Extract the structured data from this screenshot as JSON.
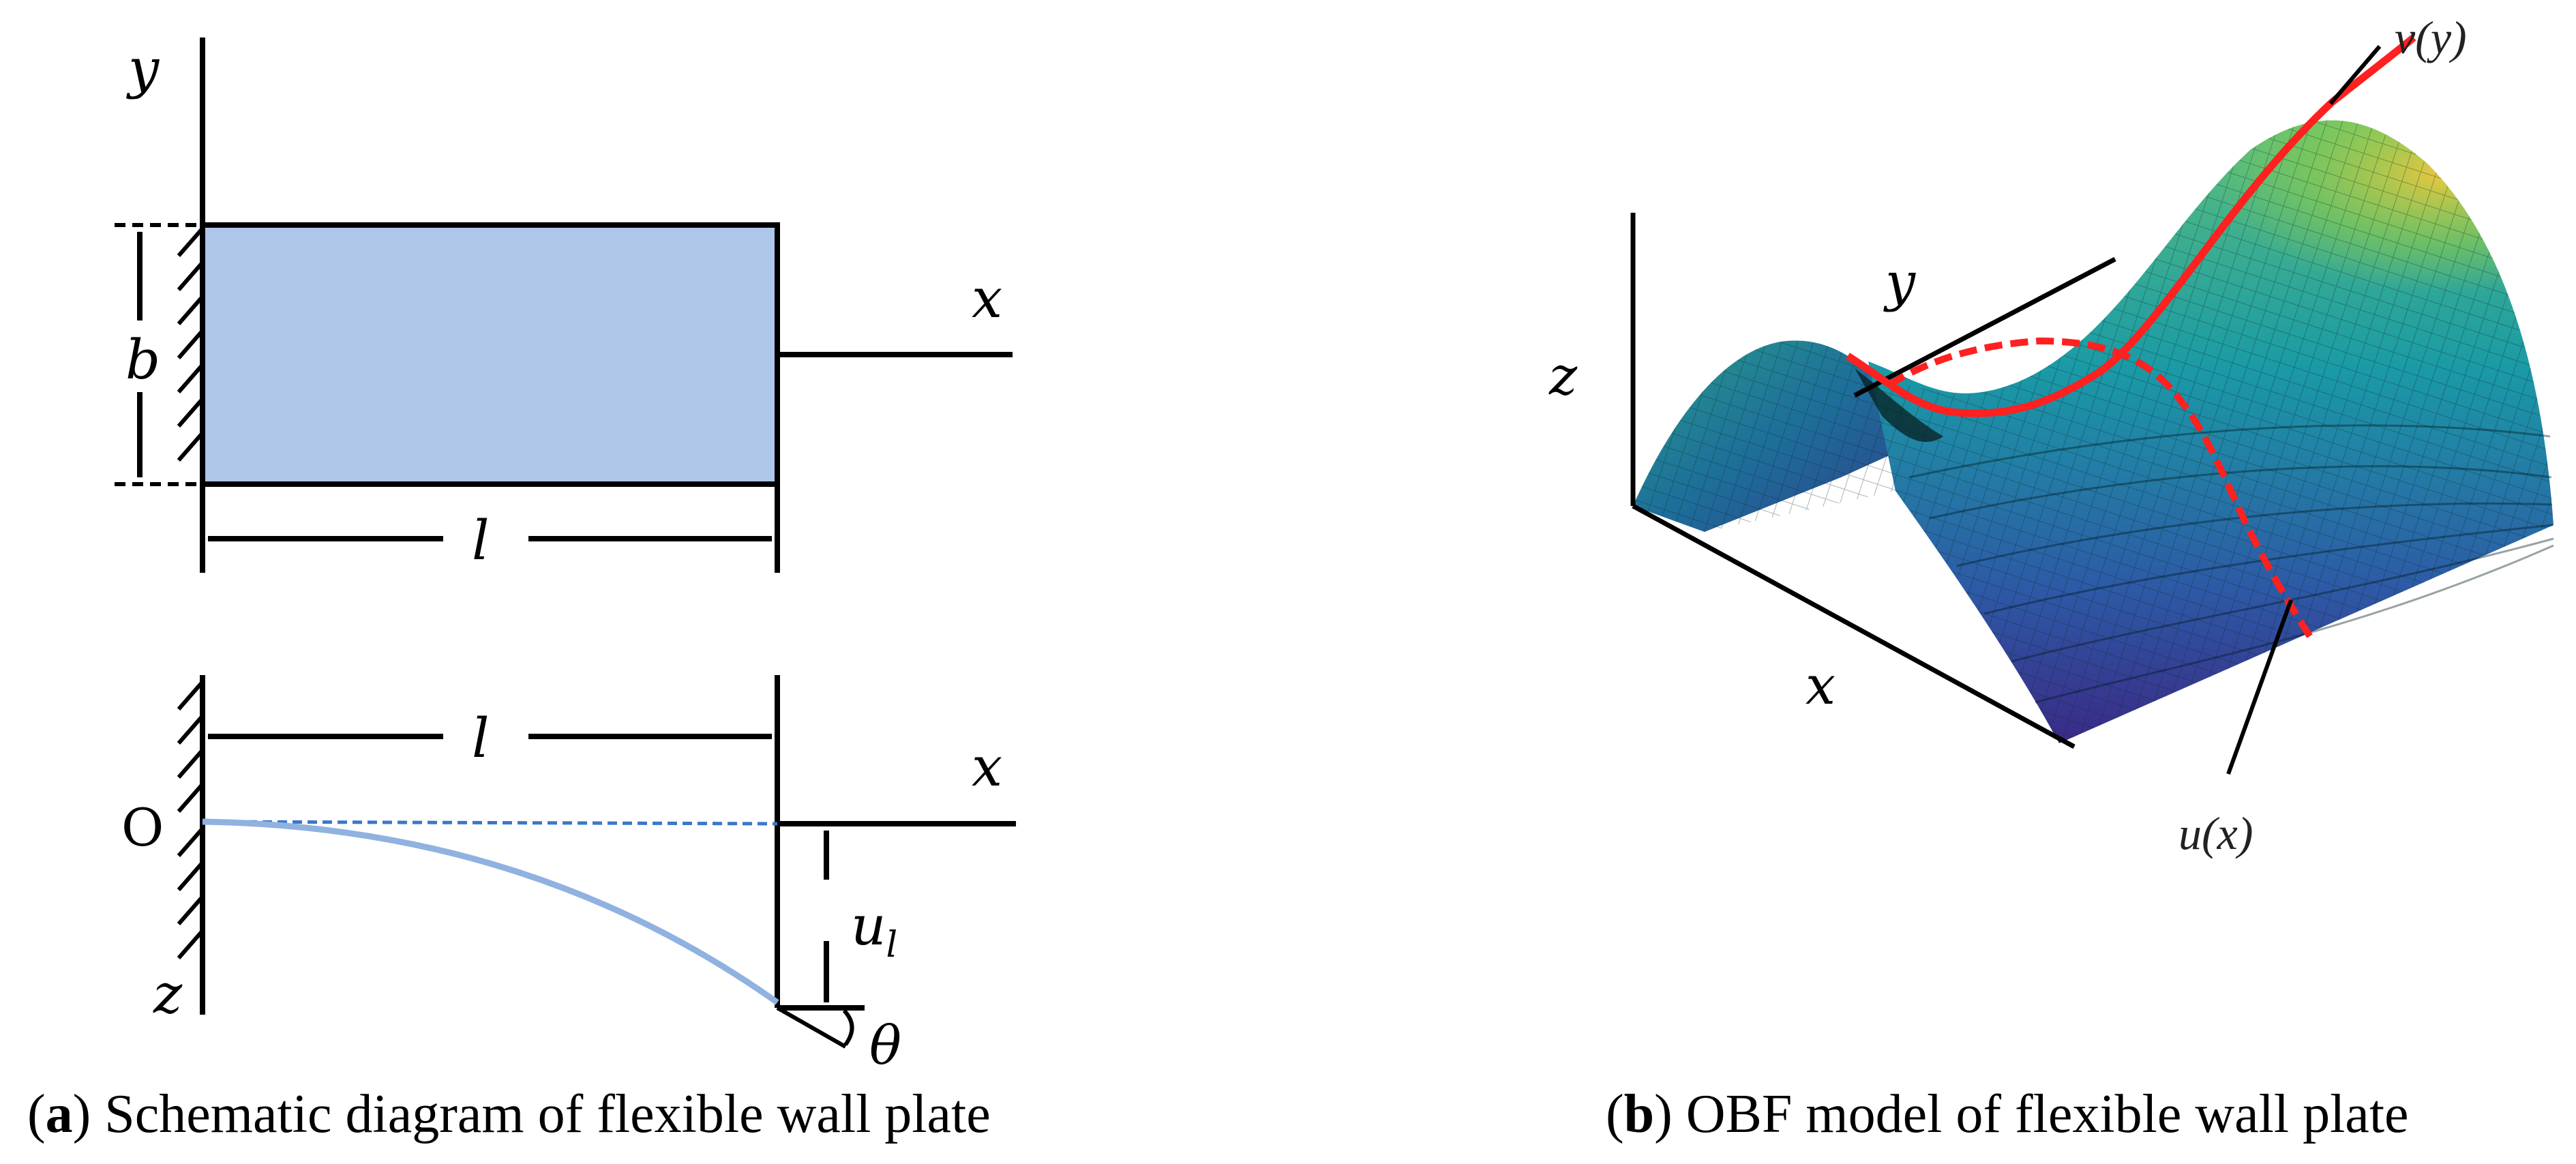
{
  "panel_a": {
    "top": {
      "y_axis": "y",
      "x_axis": "x",
      "width_label": "b",
      "length_label": "l"
    },
    "bottom": {
      "length_label": "l",
      "x_axis": "x",
      "origin_label": "O",
      "z_axis": "z",
      "deflection_label": "u",
      "deflection_subscript": "l",
      "angle_label": "θ"
    },
    "caption": {
      "open": "(",
      "letter": "a",
      "close": ")",
      "text": " Schematic diagram of flexible wall plate"
    }
  },
  "panel_b": {
    "z_axis": "z",
    "y_axis": "y",
    "x_axis": "x",
    "curve_v_label": "v(y)",
    "curve_u_label": "u(x)",
    "caption": {
      "open": "(",
      "letter": "b",
      "close": ")",
      "text": " OBF model of flexible wall plate"
    }
  },
  "colors": {
    "plate_fill": "#aec6e8",
    "deflection_curve": "#8fb2e0",
    "dashed_reference": "#3a78c8",
    "mode_curve": "#ff2020",
    "ink": "#000000"
  }
}
